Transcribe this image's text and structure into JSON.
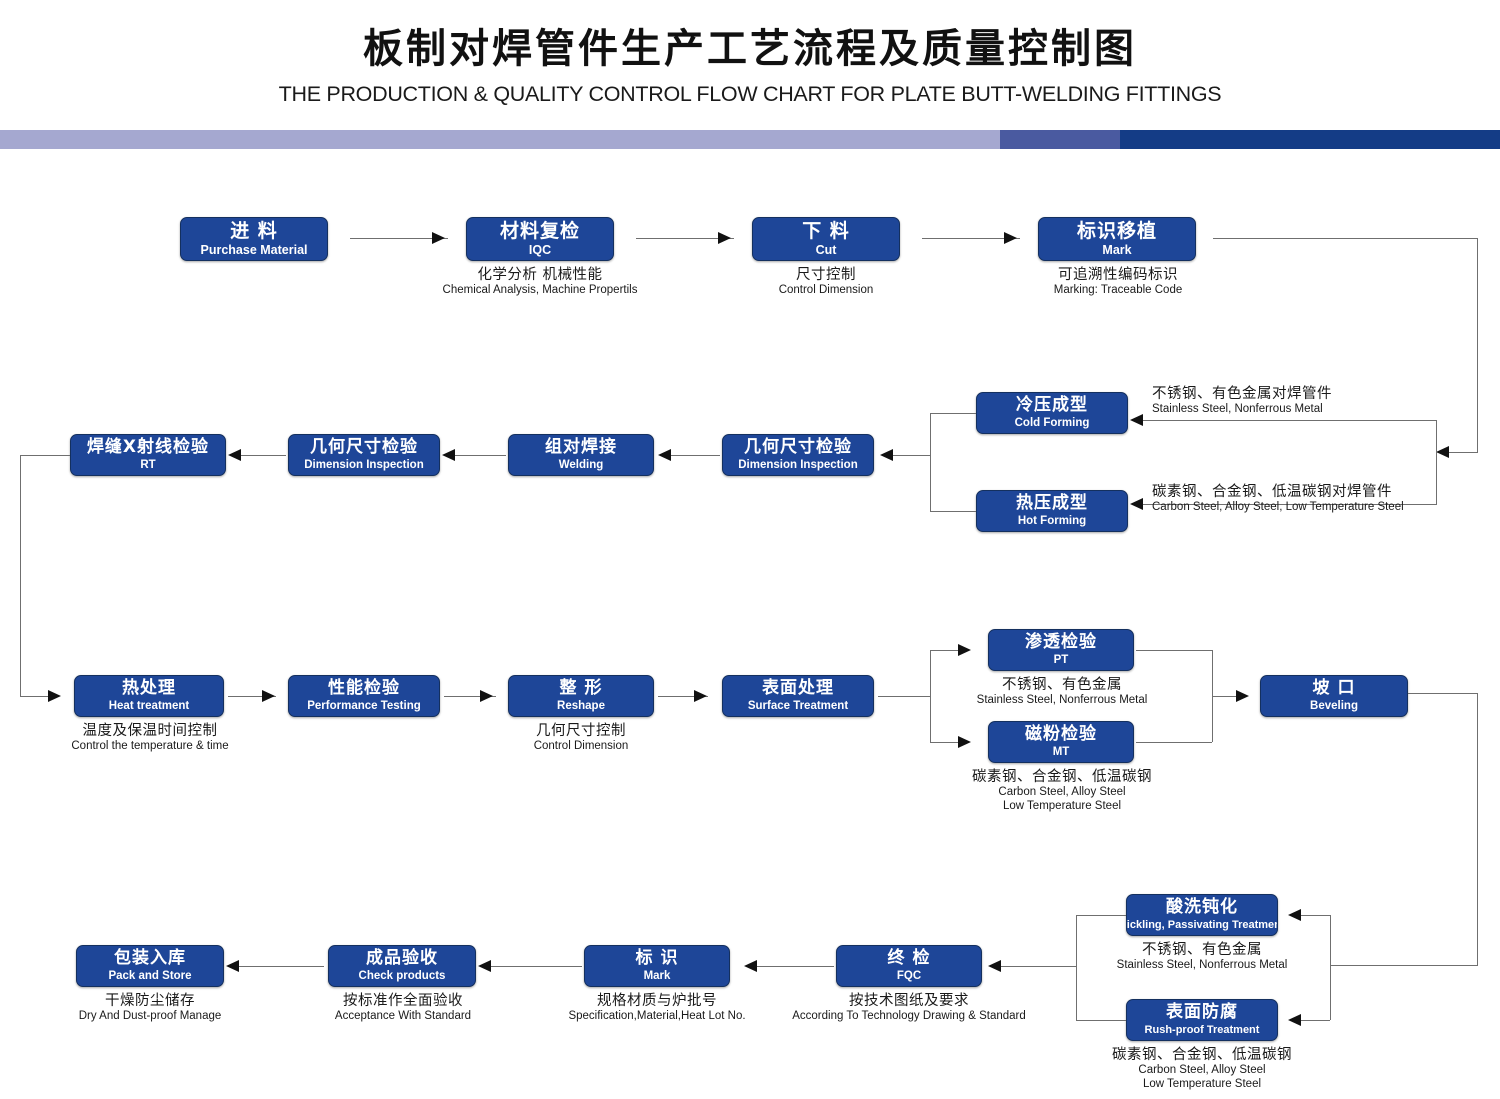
{
  "header": {
    "title_cn": "板制对焊管件生产工艺流程及质量控制图",
    "title_en": "THE PRODUCTION & QUALITY CONTROL FLOW CHART FOR PLATE BUTT-WELDING FITTINGS",
    "rule_colors": [
      "#a5a8d0",
      "#4a5aa0",
      "#143c86"
    ]
  },
  "theme": {
    "box_fill": "#1e4698",
    "box_border": "#14305f",
    "box_text": "#ffffff",
    "connector": "#6f6f6f",
    "arrow": "#111111",
    "caption_text": "#1a1a1a"
  },
  "chart_data": {
    "type": "diagram",
    "title": "板制对焊管件生产工艺流程及质量控制图",
    "orientation": "serpentine, left-to-right then right-to-left",
    "nodes": [
      {
        "id": "purchase",
        "cn": "进 料",
        "en": "Purchase Material",
        "row": 1
      },
      {
        "id": "iqc",
        "cn": "材料复检",
        "en": "IQC",
        "row": 1
      },
      {
        "id": "cut",
        "cn": "下 料",
        "en": "Cut",
        "row": 1
      },
      {
        "id": "mark1",
        "cn": "标识移植",
        "en": "Mark",
        "row": 1
      },
      {
        "id": "cold",
        "cn": "冷压成型",
        "en": "Cold Forming",
        "row": 2
      },
      {
        "id": "hot",
        "cn": "热压成型",
        "en": "Hot Forming",
        "row": 2
      },
      {
        "id": "dim1",
        "cn": "几何尺寸检验",
        "en": "Dimension Inspection",
        "row": 2
      },
      {
        "id": "welding",
        "cn": "组对焊接",
        "en": "Welding",
        "row": 2
      },
      {
        "id": "dim2",
        "cn": "几何尺寸检验",
        "en": "Dimension Inspection",
        "row": 2
      },
      {
        "id": "rt",
        "cn": "焊缝X射线检验",
        "en": "RT",
        "row": 2
      },
      {
        "id": "heat",
        "cn": "热处理",
        "en": "Heat treatment",
        "row": 3
      },
      {
        "id": "perf",
        "cn": "性能检验",
        "en": "Performance Testing",
        "row": 3
      },
      {
        "id": "reshape",
        "cn": "整 形",
        "en": "Reshape",
        "row": 3
      },
      {
        "id": "surface",
        "cn": "表面处理",
        "en": "Surface  Treatment",
        "row": 3
      },
      {
        "id": "pt",
        "cn": "渗透检验",
        "en": "PT",
        "row": 3
      },
      {
        "id": "mt",
        "cn": "磁粉检验",
        "en": "MT",
        "row": 3
      },
      {
        "id": "bevel",
        "cn": "坡  口",
        "en": "Beveling",
        "row": 3
      },
      {
        "id": "pickling",
        "cn": "酸洗钝化",
        "en": "Pickling, Passivating  Treatment",
        "row": 4
      },
      {
        "id": "rushproof",
        "cn": "表面防腐",
        "en": "Rush-proof Treatment",
        "row": 4
      },
      {
        "id": "fqc",
        "cn": "终 检",
        "en": "FQC",
        "row": 4
      },
      {
        "id": "mark2",
        "cn": "标  识",
        "en": "Mark",
        "row": 4
      },
      {
        "id": "check",
        "cn": "成品验收",
        "en": "Check products",
        "row": 4
      },
      {
        "id": "pack",
        "cn": "包装入库",
        "en": "Pack and Store",
        "row": 4
      }
    ],
    "edges": [
      "purchase->iqc",
      "iqc->cut",
      "cut->mark1",
      "mark1->{cold,hot}",
      "{cold,hot}->dim1",
      "dim1->welding",
      "welding->dim2",
      "dim2->rt",
      "rt->heat",
      "heat->perf",
      "perf->reshape",
      "reshape->surface",
      "surface->{pt,mt}",
      "{pt,mt}->bevel",
      "bevel->{pickling,rushproof}",
      "{pickling,rushproof}->fqc",
      "fqc->mark2",
      "mark2->check",
      "check->pack"
    ]
  },
  "nodes": {
    "purchase": {
      "cn": "进 料",
      "en": "Purchase Material"
    },
    "iqc": {
      "cn": "材料复检",
      "en": "IQC"
    },
    "cut": {
      "cn": "下 料",
      "en": "Cut"
    },
    "mark1": {
      "cn": "标识移植",
      "en": "Mark"
    },
    "cold": {
      "cn": "冷压成型",
      "en": "Cold Forming"
    },
    "hot": {
      "cn": "热压成型",
      "en": "Hot Forming"
    },
    "dim1": {
      "cn": "几何尺寸检验",
      "en": "Dimension Inspection"
    },
    "welding": {
      "cn": "组对焊接",
      "en": "Welding"
    },
    "dim2": {
      "cn": "几何尺寸检验",
      "en": "Dimension Inspection"
    },
    "rt": {
      "cn": "焊缝X射线检验",
      "en": "RT"
    },
    "heat": {
      "cn": "热处理",
      "en": "Heat treatment"
    },
    "perf": {
      "cn": "性能检验",
      "en": "Performance Testing"
    },
    "reshape": {
      "cn": "整 形",
      "en": "Reshape"
    },
    "surface": {
      "cn": "表面处理",
      "en": "Surface  Treatment"
    },
    "pt": {
      "cn": "渗透检验",
      "en": "PT"
    },
    "mt": {
      "cn": "磁粉检验",
      "en": "MT"
    },
    "bevel": {
      "cn": "坡  口",
      "en": "Beveling"
    },
    "pickling": {
      "cn": "酸洗钝化",
      "en": "Pickling, Passivating  Treatment"
    },
    "rushproof": {
      "cn": "表面防腐",
      "en": "Rush-proof Treatment"
    },
    "fqc": {
      "cn": "终 检",
      "en": "FQC"
    },
    "mark2": {
      "cn": "标  识",
      "en": "Mark"
    },
    "check": {
      "cn": "成品验收",
      "en": "Check products"
    },
    "pack": {
      "cn": "包装入库",
      "en": "Pack and Store"
    }
  },
  "captions": {
    "iqc": {
      "c1": "化学分析  机械性能",
      "c2": "Chemical  Analysis,  Machine Propertils"
    },
    "cut": {
      "c1": "尺寸控制",
      "c2": "Control Dimension"
    },
    "mark1": {
      "c1": "可追溯性编码标识",
      "c2": "Marking: Traceable  Code"
    },
    "cold": {
      "c1": "不锈钢、有色金属对焊管件",
      "c2": "Stainless Steel, Nonferrous Metal"
    },
    "hot": {
      "c1": "碳素钢、合金钢、低温碳钢对焊管件",
      "c2": "Carbon Steel, Alloy Steel, Low Temperature Steel"
    },
    "heat": {
      "c1": "温度及保温时间控制",
      "c2": "Control the  temperature  &  time"
    },
    "reshape": {
      "c1": "几何尺寸控制",
      "c2": "Control Dimension"
    },
    "pt": {
      "c1": "不锈钢、有色金属",
      "c2": "Stainless Steel, Nonferrous Metal"
    },
    "mt": {
      "c1": "碳素钢、合金钢、低温碳钢",
      "c2": "Carbon Steel, Alloy Steel",
      "c3": "Low Temperature Steel"
    },
    "pickling": {
      "c1": "不锈钢、有色金属",
      "c2": "Stainless Steel, Nonferrous Metal"
    },
    "rushproof": {
      "c1": "碳素钢、合金钢、低温碳钢",
      "c2": "Carbon Steel, Alloy Steel",
      "c3": "Low Temperature Steel"
    },
    "fqc": {
      "c1": "按技术图纸及要求",
      "c2": "According To Technology Drawing &  Standard"
    },
    "mark2": {
      "c1": "规格材质与炉批号",
      "c2": "Specification,Material,Heat Lot No."
    },
    "check": {
      "c1": "按标准作全面验收",
      "c2": "Acceptance  With  Standard"
    },
    "pack": {
      "c1": "干燥防尘储存",
      "c2": "Dry  And Dust-proof  Manage"
    }
  }
}
